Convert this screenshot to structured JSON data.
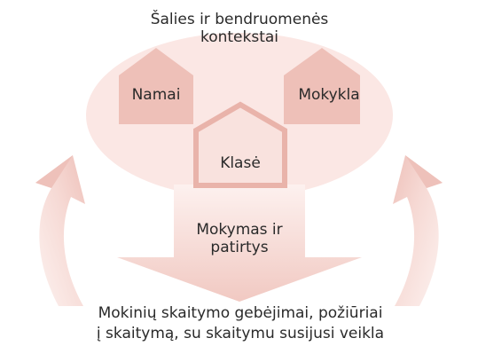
{
  "colors": {
    "oval": "#fbe7e4",
    "house": "#eec0b8",
    "klase_house": "#f9e2de",
    "klase_border": "#e9b3aa",
    "arrow_light": "#fcecea",
    "arrow_dark": "#efc4bd",
    "text": "#2a2a2a"
  },
  "context": {
    "line1": "Šalies ir bendruomenės",
    "line2": "kontekstai"
  },
  "houses": {
    "home": "Namai",
    "school": "Mokykla",
    "classroom": "Klasė"
  },
  "teaching": {
    "line1": "Mokymas ir",
    "line2": "patirtys"
  },
  "outcome": {
    "line1": "Mokinių skaitymo gebėjimai, požiūriai",
    "line2": "į skaitymą, su skaitymu susijusi veikla"
  }
}
